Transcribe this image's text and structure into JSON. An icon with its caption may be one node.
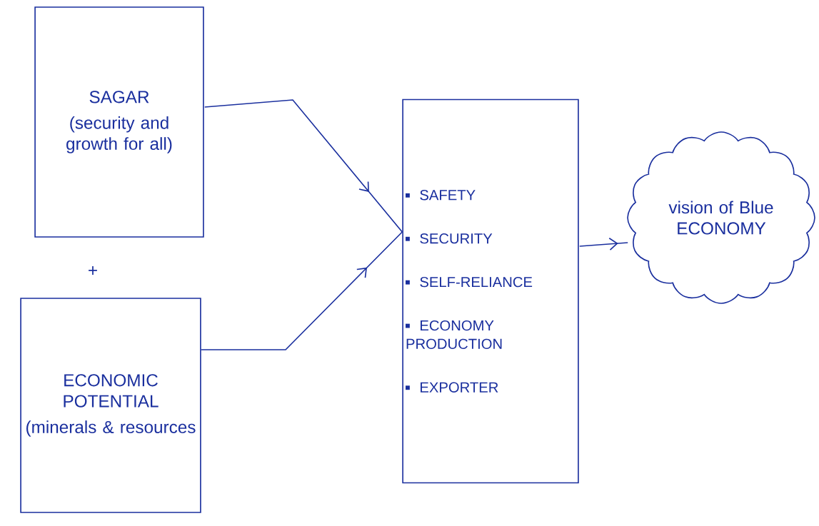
{
  "diagram": {
    "nodes": [
      {
        "text": [
          "SAGAR",
          "(security and growth for all)"
        ]
      },
      {
        "text": [
          "ECONOMIC POTENTIAL",
          "(minerals & resources"
        ]
      },
      {
        "text": [
          "SAFETY",
          "SECURITY",
          "SELF-RELIANCE",
          "ECONOMY PRODUCTION",
          "EXPORTER"
        ]
      },
      {
        "text": [
          "vision of Blue ECONOMY"
        ]
      }
    ],
    "edges": [
      {
        "from": 0,
        "to": 2,
        "arrow": "to"
      },
      {
        "from": 1,
        "to": 2,
        "arrow": "to"
      },
      {
        "from": 2,
        "to": 3,
        "arrow": "to"
      }
    ],
    "labels": [
      "+"
    ]
  }
}
